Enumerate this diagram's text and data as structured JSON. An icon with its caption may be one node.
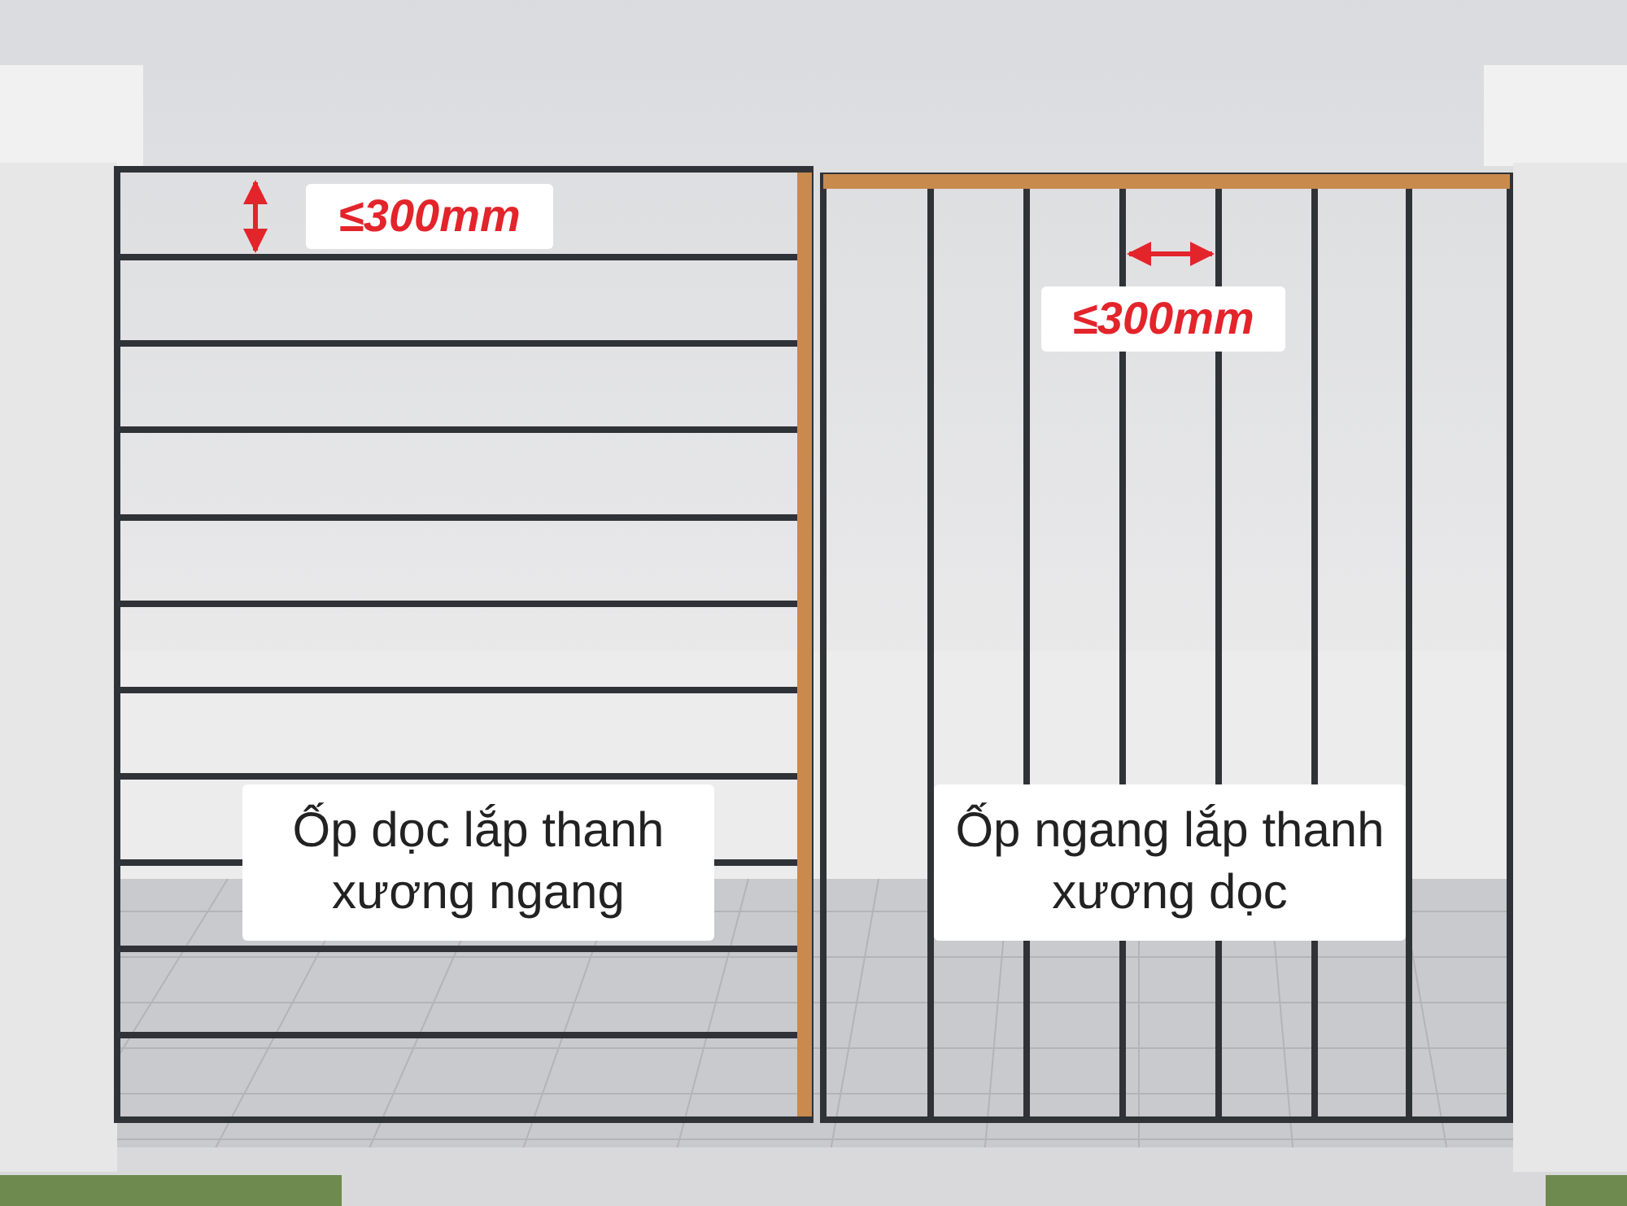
{
  "diagram": {
    "labels": [
      "≤300mm",
      "≤300mm",
      "Ốp dọc lắp thanh xương ngang",
      "Ốp ngang lắp thanh xương dọc"
    ]
  }
}
